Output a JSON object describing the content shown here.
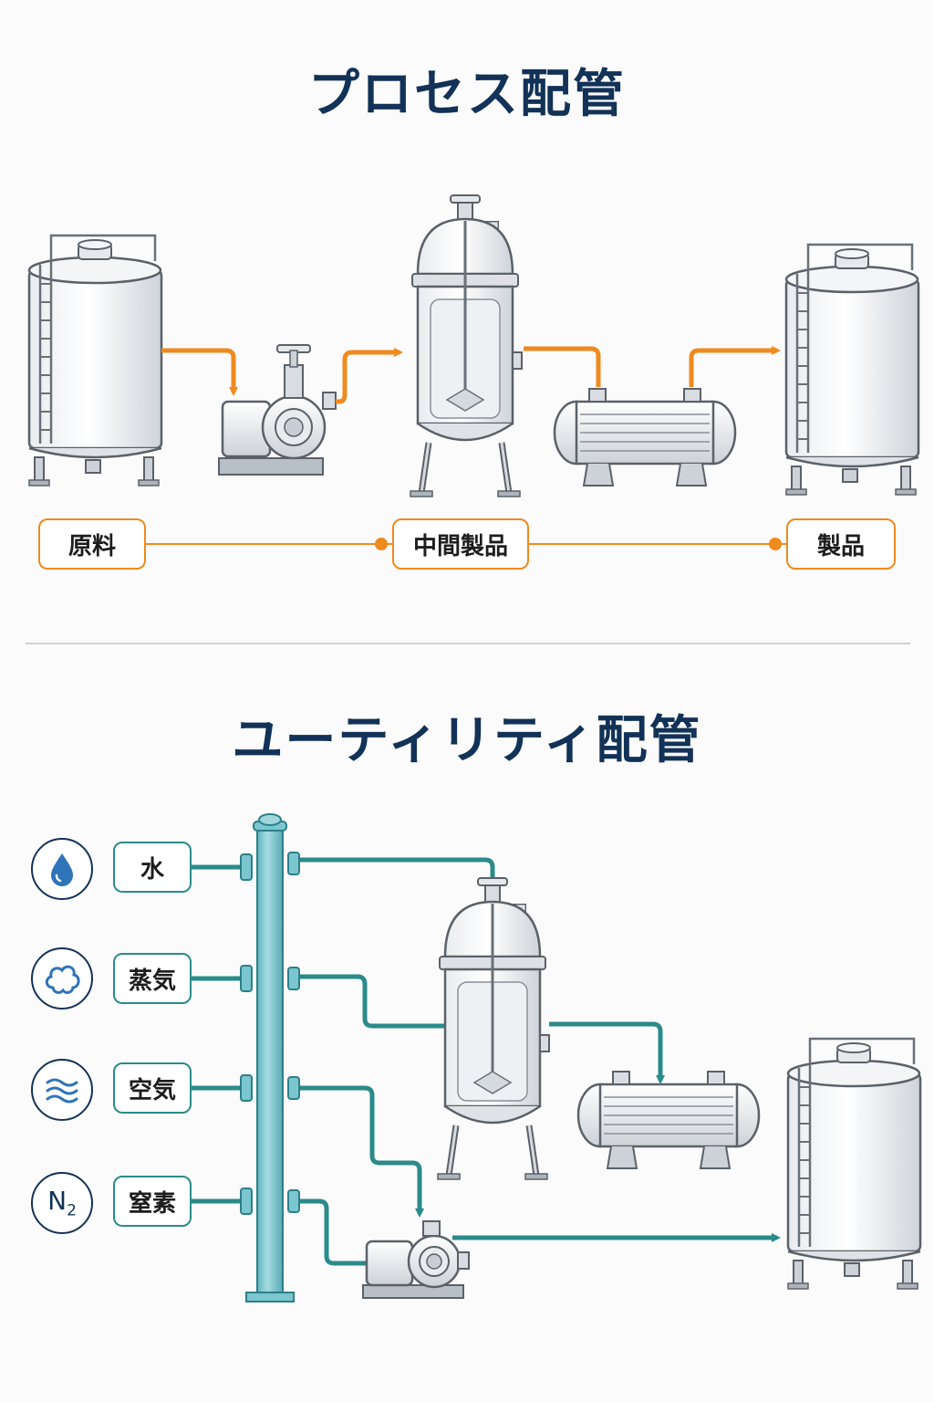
{
  "process": {
    "title": "プロセス配管",
    "labels": [
      "原料",
      "中間製品",
      "製品"
    ]
  },
  "utility": {
    "title": "ユーティリティ配管",
    "items": [
      {
        "label": "水",
        "icon": "water-drop-icon"
      },
      {
        "label": "蒸気",
        "icon": "steam-cloud-icon"
      },
      {
        "label": "空気",
        "icon": "air-waves-icon"
      },
      {
        "label": "窒素",
        "icon": "nitrogen-icon",
        "icon_text": "N",
        "icon_sub": "2"
      }
    ]
  },
  "colors": {
    "title": "#123257",
    "process_line": "#ef8a1e",
    "utility_line": "#2a8b8a",
    "header_pipe": "#8ecfd6"
  }
}
